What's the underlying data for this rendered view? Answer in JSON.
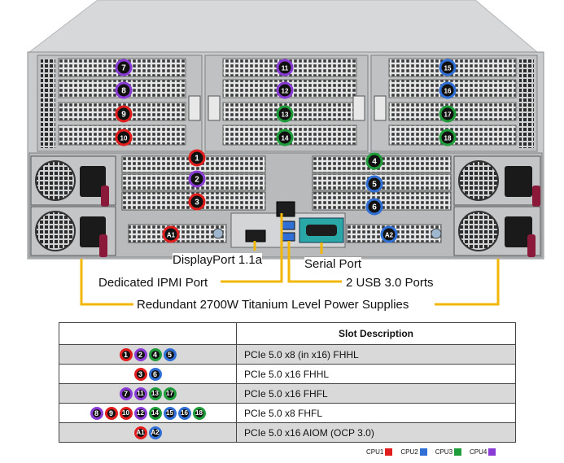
{
  "labels": {
    "displayport": "DisplayPort 1.1a",
    "serial": "Serial Port",
    "ipmi": "Dedicated IPMI Port",
    "usb": "2 USB 3.0 Ports",
    "psu": "Redundant 2700W Titanium Level Power Supplies"
  },
  "chassis_badges": [
    {
      "text": "7",
      "cpu": "cpu4"
    },
    {
      "text": "8",
      "cpu": "cpu4"
    },
    {
      "text": "9",
      "cpu": "cpu1"
    },
    {
      "text": "10",
      "cpu": "cpu1"
    },
    {
      "text": "11",
      "cpu": "cpu4"
    },
    {
      "text": "12",
      "cpu": "cpu4"
    },
    {
      "text": "13",
      "cpu": "cpu3"
    },
    {
      "text": "14",
      "cpu": "cpu3"
    },
    {
      "text": "15",
      "cpu": "cpu2"
    },
    {
      "text": "16",
      "cpu": "cpu2"
    },
    {
      "text": "17",
      "cpu": "cpu3"
    },
    {
      "text": "18",
      "cpu": "cpu3"
    },
    {
      "text": "1",
      "cpu": "cpu1"
    },
    {
      "text": "2",
      "cpu": "cpu4"
    },
    {
      "text": "3",
      "cpu": "cpu1"
    },
    {
      "text": "4",
      "cpu": "cpu3"
    },
    {
      "text": "5",
      "cpu": "cpu2"
    },
    {
      "text": "6",
      "cpu": "cpu2"
    },
    {
      "text": "A1",
      "cpu": "cpu1"
    },
    {
      "text": "A2",
      "cpu": "cpu2"
    }
  ],
  "table": {
    "header_left": "",
    "header_right": "Slot Description",
    "rows": [
      {
        "badges": [
          {
            "text": "1",
            "cpu": "cpu1"
          },
          {
            "text": "2",
            "cpu": "cpu4"
          },
          {
            "text": "4",
            "cpu": "cpu3"
          },
          {
            "text": "5",
            "cpu": "cpu2"
          }
        ],
        "desc": "PCIe 5.0 x8 (in x16) FHHL"
      },
      {
        "badges": [
          {
            "text": "3",
            "cpu": "cpu1"
          },
          {
            "text": "6",
            "cpu": "cpu2"
          }
        ],
        "desc": "PCIe 5.0 x16 FHHL"
      },
      {
        "badges": [
          {
            "text": "7",
            "cpu": "cpu4"
          },
          {
            "text": "11",
            "cpu": "cpu4"
          },
          {
            "text": "13",
            "cpu": "cpu3"
          },
          {
            "text": "17",
            "cpu": "cpu3"
          }
        ],
        "desc": "PCIe 5.0 x16 FHFL"
      },
      {
        "badges": [
          {
            "text": "8",
            "cpu": "cpu4"
          },
          {
            "text": "9",
            "cpu": "cpu1"
          },
          {
            "text": "10",
            "cpu": "cpu1"
          },
          {
            "text": "12",
            "cpu": "cpu4"
          },
          {
            "text": "14",
            "cpu": "cpu3"
          },
          {
            "text": "15",
            "cpu": "cpu2"
          },
          {
            "text": "16",
            "cpu": "cpu2"
          },
          {
            "text": "18",
            "cpu": "cpu3"
          }
        ],
        "desc": "PCIe 5.0 x8 FHFL"
      },
      {
        "badges": [
          {
            "text": "A1",
            "cpu": "cpu1"
          },
          {
            "text": "A2",
            "cpu": "cpu2"
          }
        ],
        "desc": "PCIe 5.0 x16 AIOM (OCP 3.0)"
      }
    ]
  },
  "legend": [
    {
      "label": "CPU1",
      "color": "#e21d1d"
    },
    {
      "label": "CPU2",
      "color": "#2f6fd6"
    },
    {
      "label": "CPU3",
      "color": "#1f9d3a"
    },
    {
      "label": "CPU4",
      "color": "#8a3bd6"
    }
  ],
  "colors": {
    "cpu1": "#e21d1d",
    "cpu2": "#2f6fd6",
    "cpu3": "#1f9d3a",
    "cpu4": "#8a3bd6",
    "callout_line": "#f2b705"
  }
}
